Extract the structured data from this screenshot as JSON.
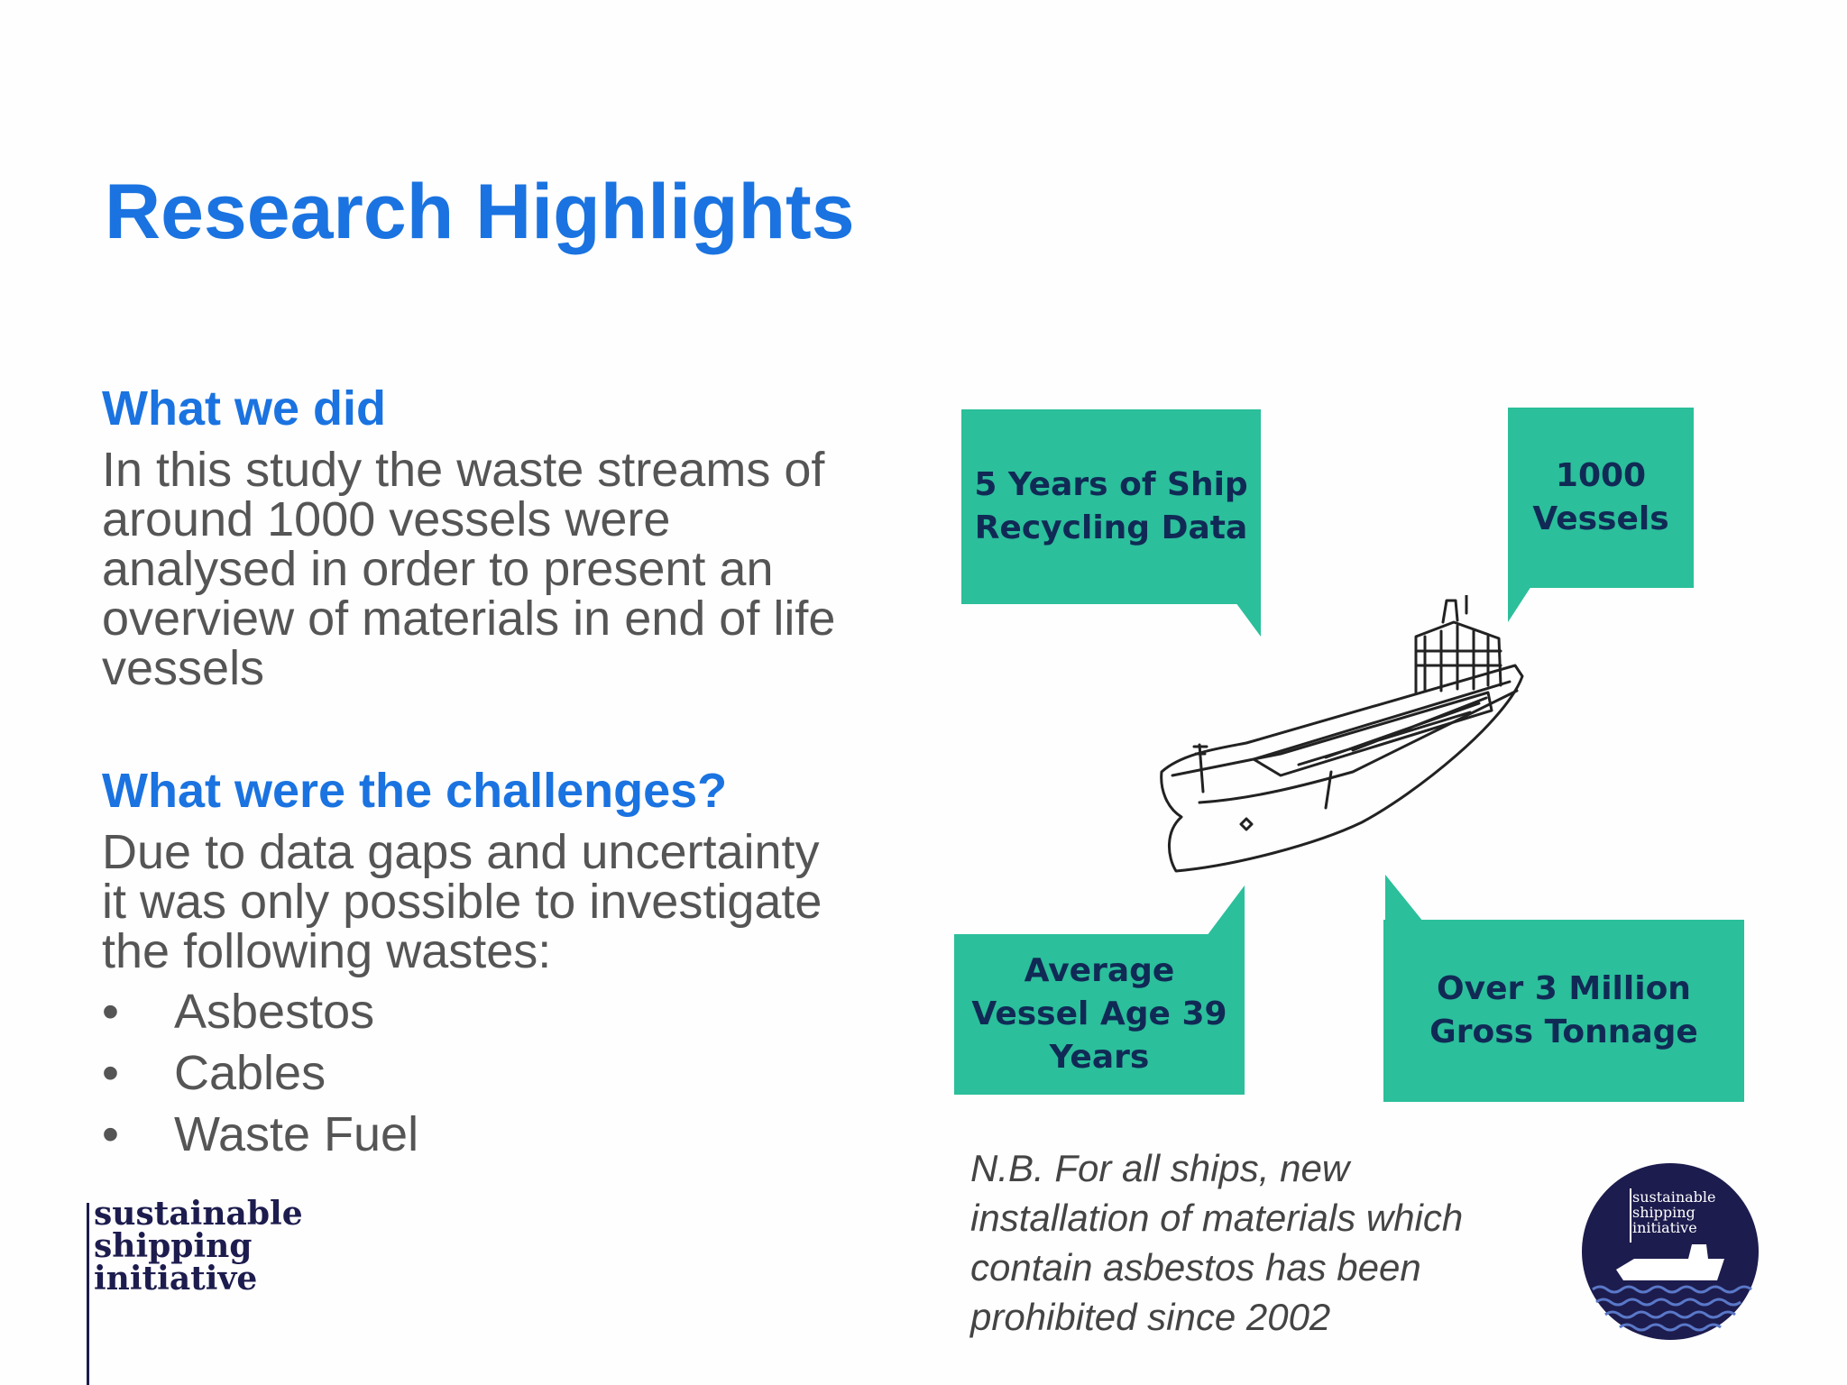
{
  "slide": {
    "title": "Research Highlights",
    "section1": {
      "heading": "What we did",
      "lines": [
        "In this study the waste streams of",
        "around 1000 vessels were",
        "analysed in order to present an",
        "overview of materials in end of life",
        "vessels"
      ]
    },
    "section2": {
      "heading": "What were the challenges?",
      "lines": [
        "Due to data gaps and uncertainty",
        "it was only possible to  investigate",
        "the following wastes:"
      ],
      "bullets": [
        "Asbestos",
        "Cables",
        "Waste Fuel"
      ],
      "bullet_char": "•"
    },
    "logo_text": [
      "sustainable",
      "shipping",
      "initiative"
    ],
    "callouts": [
      {
        "lines": [
          "5 Years of Ship",
          "Recycling Data"
        ]
      },
      {
        "lines": [
          "1000",
          "Vessels"
        ]
      },
      {
        "lines": [
          "Average",
          "Vessel Age 39",
          "Years"
        ]
      },
      {
        "lines": [
          "Over 3 Million",
          "Gross Tonnage"
        ]
      }
    ],
    "note_lines": [
      "N.B. For all ships, new",
      "installation of materials which",
      "contain asbestos has been",
      "prohibited since 2002"
    ],
    "colors": {
      "title_blue": "#1a73e0",
      "body_grey": "#555555",
      "callout_green": "#2bbf9b",
      "callout_text": "#102a55",
      "logo_navy": "#1d1c4e"
    },
    "icons": [
      "cargo-ship-drawing",
      "sustainable-shipping-initiative-round-logo"
    ]
  }
}
